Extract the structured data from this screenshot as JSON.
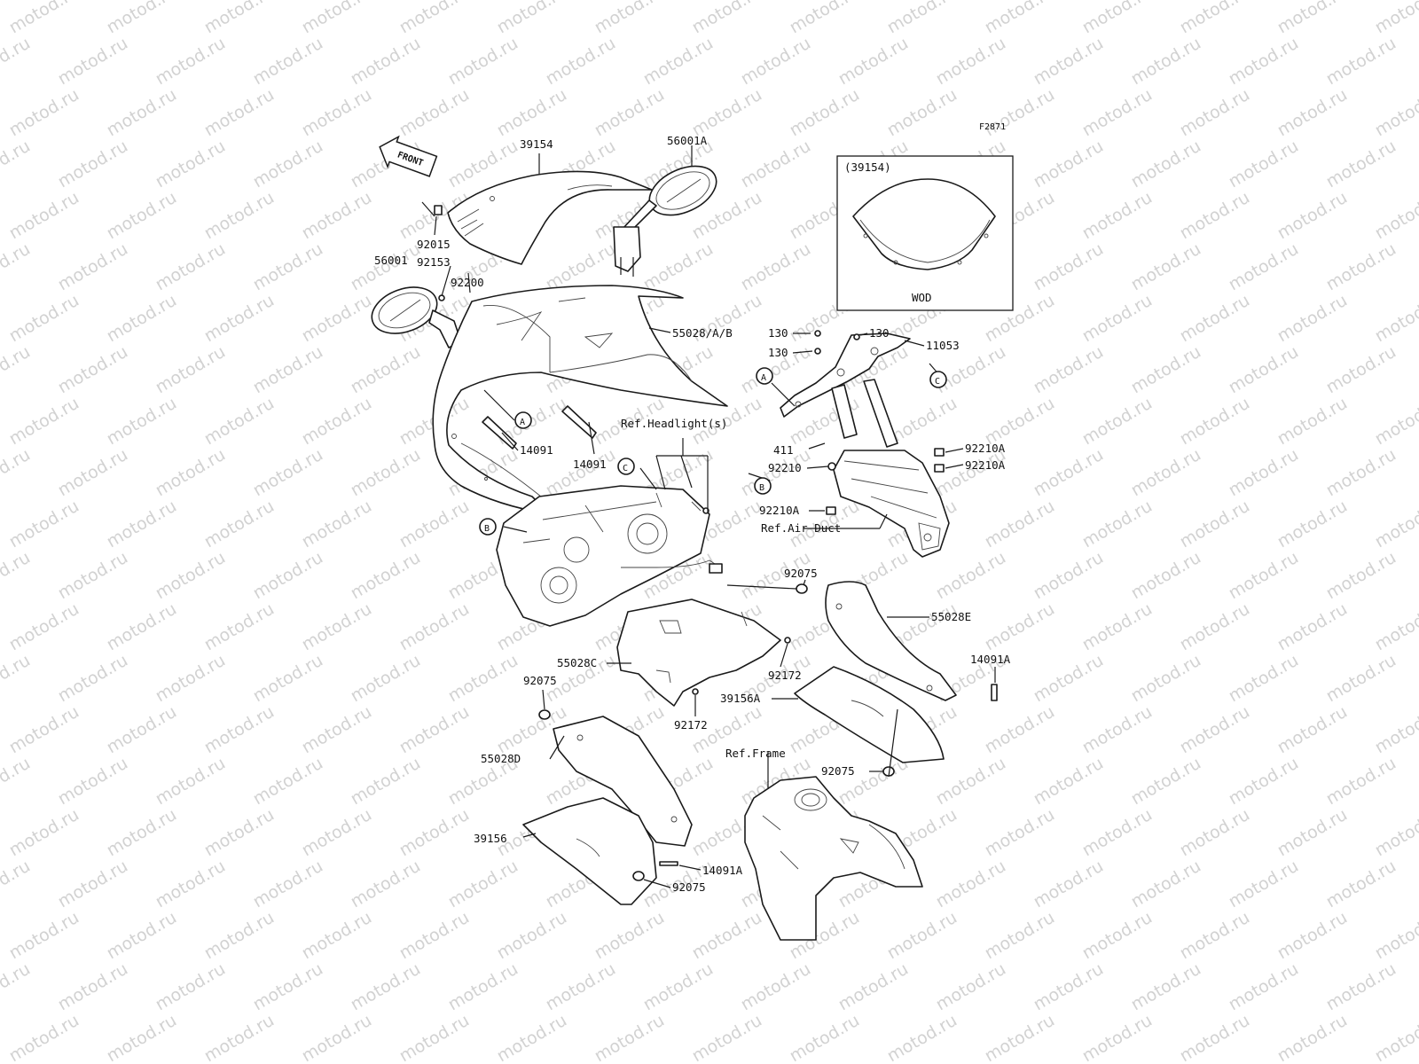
{
  "figure_code": "F2871",
  "watermark": "motod.ru",
  "front_arrow_label": "FRONT",
  "inset": {
    "title": "(39154)",
    "caption": "WOD"
  },
  "callout_markers": [
    "A",
    "B",
    "C"
  ],
  "part_labels": [
    "39154",
    "56001A",
    "92015",
    "56001",
    "92153",
    "92200",
    "55028/A/B",
    "14091",
    "14091",
    "130",
    "130",
    "130",
    "11053",
    "411",
    "92210",
    "92210A",
    "92210A",
    "92210A",
    "92075",
    "55028E",
    "14091A",
    "55028C",
    "92075",
    "92172",
    "92172",
    "39156A",
    "55028D",
    "92075",
    "39156",
    "14091A",
    "92075"
  ],
  "references": {
    "headlight": "Ref.Headlight(s)",
    "air_duct": "Ref.Air Duct",
    "frame": "Ref.Frame"
  }
}
